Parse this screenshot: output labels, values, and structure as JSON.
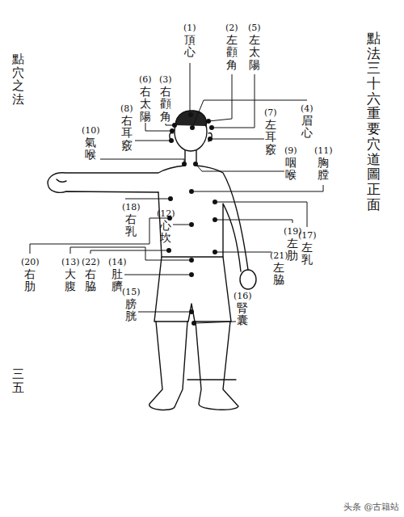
{
  "diagram": {
    "title": "點法三十六重要穴道圖正面",
    "labels": [
      "點穴之法",
      "三五",
      "(1)",
      "頂心",
      "(2)",
      "左顴角",
      "(3)",
      "右顴角",
      "(4)",
      "眉心",
      "(5)",
      "左太陽",
      "(6)",
      "右太陽",
      "(7)",
      "左耳竅",
      "(8)",
      "右耳竅",
      "(9)",
      "咽喉",
      "(10)",
      "氣喉",
      "(11)",
      "胸膛",
      "(12)",
      "心坎",
      "(13)",
      "大腹",
      "(14)",
      "肚臍",
      "(15)",
      "膀胱",
      "(16)",
      "腎囊",
      "(17)",
      "左乳",
      "(18)",
      "右乳",
      "(19)",
      "左肋",
      "(20)",
      "右肋",
      "(21)",
      "左脇",
      "(22)",
      "右脇",
      "头条 @古籍站"
    ]
  }
}
